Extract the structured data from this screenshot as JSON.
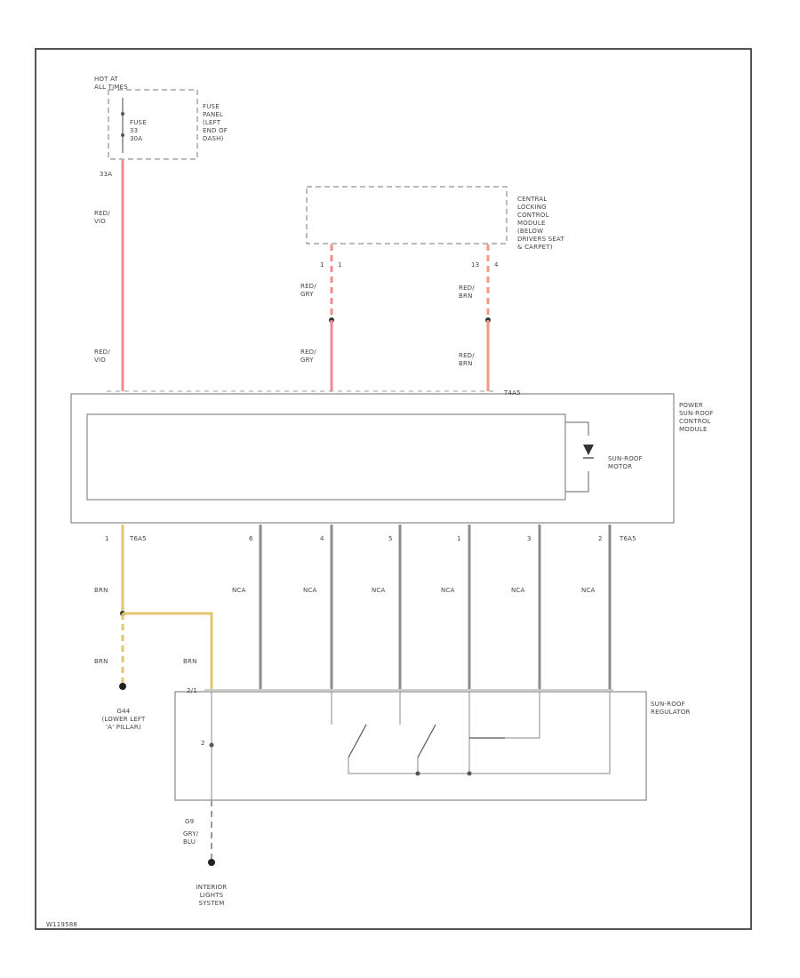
{
  "hot_at": "HOT AT\nALL TIMES",
  "fuse_label": "FUSE\n33\n30A",
  "fuse_panel": "FUSE\nPANEL\n(LEFT\nEND OF\nDASH)",
  "fuse_pin": "33A",
  "feed_wire_top": "RED/\nVIO",
  "feed_wire_bottom": "RED/\nVIO",
  "central_module": "CENTRAL\nLOCKING\nCONTROL\nMODULE\n(BELOW\nDRIVERS SEAT\n& CARPET)",
  "cm_pin_a": "1",
  "cm_pin_a2": "1",
  "cm_pin_b": "13",
  "cm_pin_b2": "4",
  "wire_a_top": "RED/\nGRY",
  "wire_a_bottom": "RED/\nGRY",
  "wire_b_top": "RED/\nBRN",
  "wire_b_bottom": "RED/\nBRN",
  "connector_top": "T4A5",
  "power_module": "POWER\nSUN-ROOF\nCONTROL\nMODULE",
  "motor": "SUN-ROOF\nMOTOR",
  "bottom_pins": [
    "1",
    "6",
    "4",
    "5",
    "1",
    "3",
    "2"
  ],
  "bottom_connector_left": "T6A5",
  "bottom_connector_right": "T6A5",
  "bottom_wire": "BRN",
  "bottom_wires_colors": [
    "NCA",
    "NCA",
    "NCA",
    "NCA",
    "NCA",
    "NCA"
  ],
  "ground_wire_left": "BRN",
  "ground_wire_right": "BRN",
  "ground_label": "G44\n(LOWER LEFT\n'A' PILLAR)",
  "regulator": "SUN-ROOF\nREGULATOR",
  "reg_pin_top": "2/1",
  "reg_pin_mid": "2",
  "lights_wire": "GRY/\nBLU",
  "lights_pin": "G9",
  "lights_label": "INTERIOR\nLIGHTS\nSYSTEM",
  "diagram_id": "W119588",
  "colors": {
    "feed_red": "#f08c8c",
    "red_dash": "#f08c8c",
    "red_brn": "#f29a80",
    "brown_yellow": "#e4c46e",
    "gray_wire": "#8c8c8c",
    "border": "#555555",
    "box": "#888888"
  }
}
